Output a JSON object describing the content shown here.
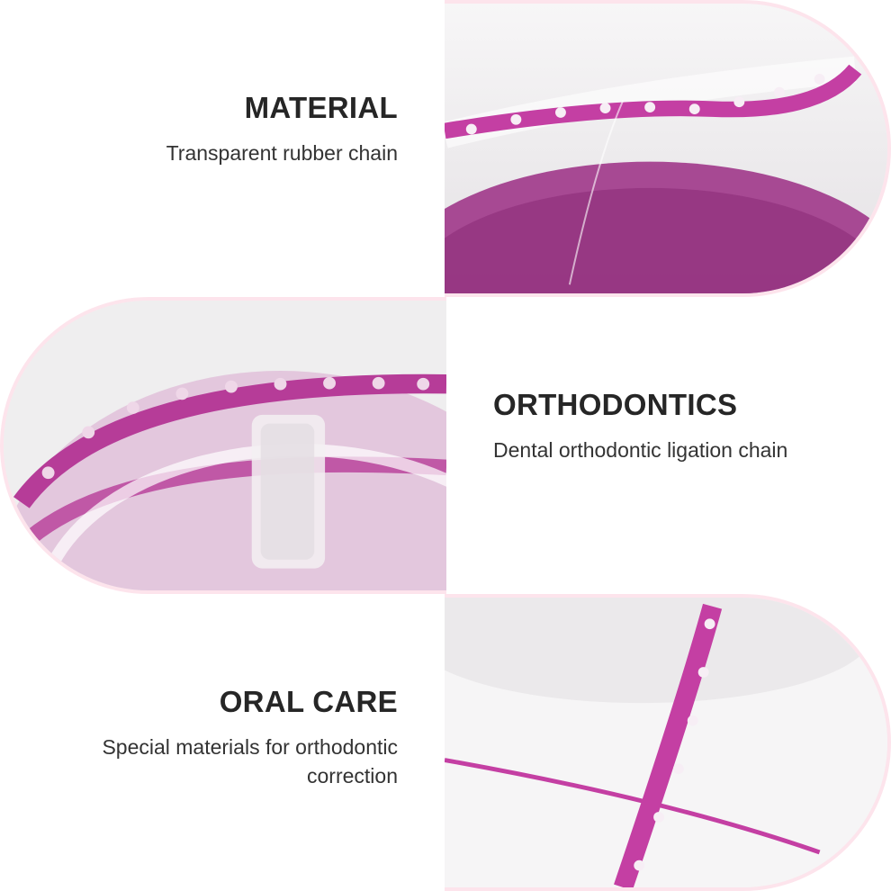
{
  "colors": {
    "chain": "#b83a9a",
    "chain_dark": "#8e2a77",
    "frame": "#fde4ec",
    "background": "#ffffff"
  },
  "features": [
    {
      "heading": "MATERIAL",
      "description": "Transparent rubber chain"
    },
    {
      "heading": "ORTHODONTICS",
      "description": "Dental orthodontic ligation chain"
    },
    {
      "heading": "ORAL CARE",
      "description": "Special materials for orthodontic correction"
    }
  ]
}
